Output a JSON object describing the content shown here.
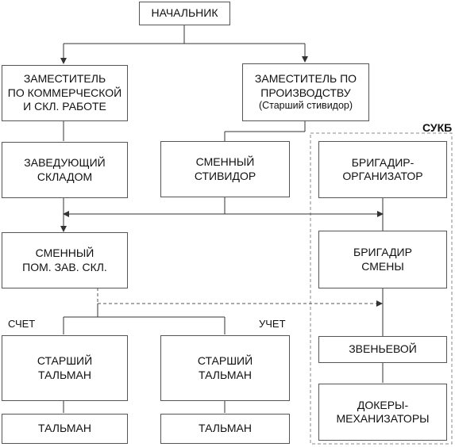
{
  "boxes": {
    "chief": "НАЧАЛЬНИК",
    "deputy_commercial": [
      "ЗАМЕСТИТЕЛЬ",
      "ПО КОММЕРЧЕСКОЙ",
      "И СКЛ. РАБОТЕ"
    ],
    "deputy_production": [
      "ЗАМЕСТИТЕЛЬ ПО",
      "ПРОИЗВОДСТВУ",
      "(Старший стивидор)"
    ],
    "warehouse_head": [
      "ЗАВЕДУЮЩИЙ",
      "СКЛАДОМ"
    ],
    "shift_stevedore": [
      "СМЕННЫЙ",
      "СТИВИДОР"
    ],
    "foreman_organizer": [
      "БРИГАДИР-",
      "ОРГАНИЗАТОР"
    ],
    "shift_assistant": [
      "СМЕННЫЙ",
      "ПОМ. ЗАВ. СКЛ."
    ],
    "shift_foreman": [
      "БРИГАДИР",
      "СМЕНЫ"
    ],
    "senior_tallyman_left": [
      "СТАРШИЙ",
      "ТАЛЬМАН"
    ],
    "senior_tallyman_right": [
      "СТАРШИЙ",
      "ТАЛЬМАН"
    ],
    "link_leader": "ЗВЕНЬЕВОЙ",
    "dockers": [
      "ДОКЕРЫ-",
      "МЕХАНИЗАТОРЫ"
    ],
    "tallyman_left": "ТАЛЬМАН",
    "tallyman_right": "ТАЛЬМАН"
  },
  "labels": {
    "sukb": "СУКБ",
    "account_left": "СЧЕТ",
    "account_right": "УЧЕТ"
  },
  "colors": {
    "line": "#333333",
    "dashed": "#888888"
  }
}
